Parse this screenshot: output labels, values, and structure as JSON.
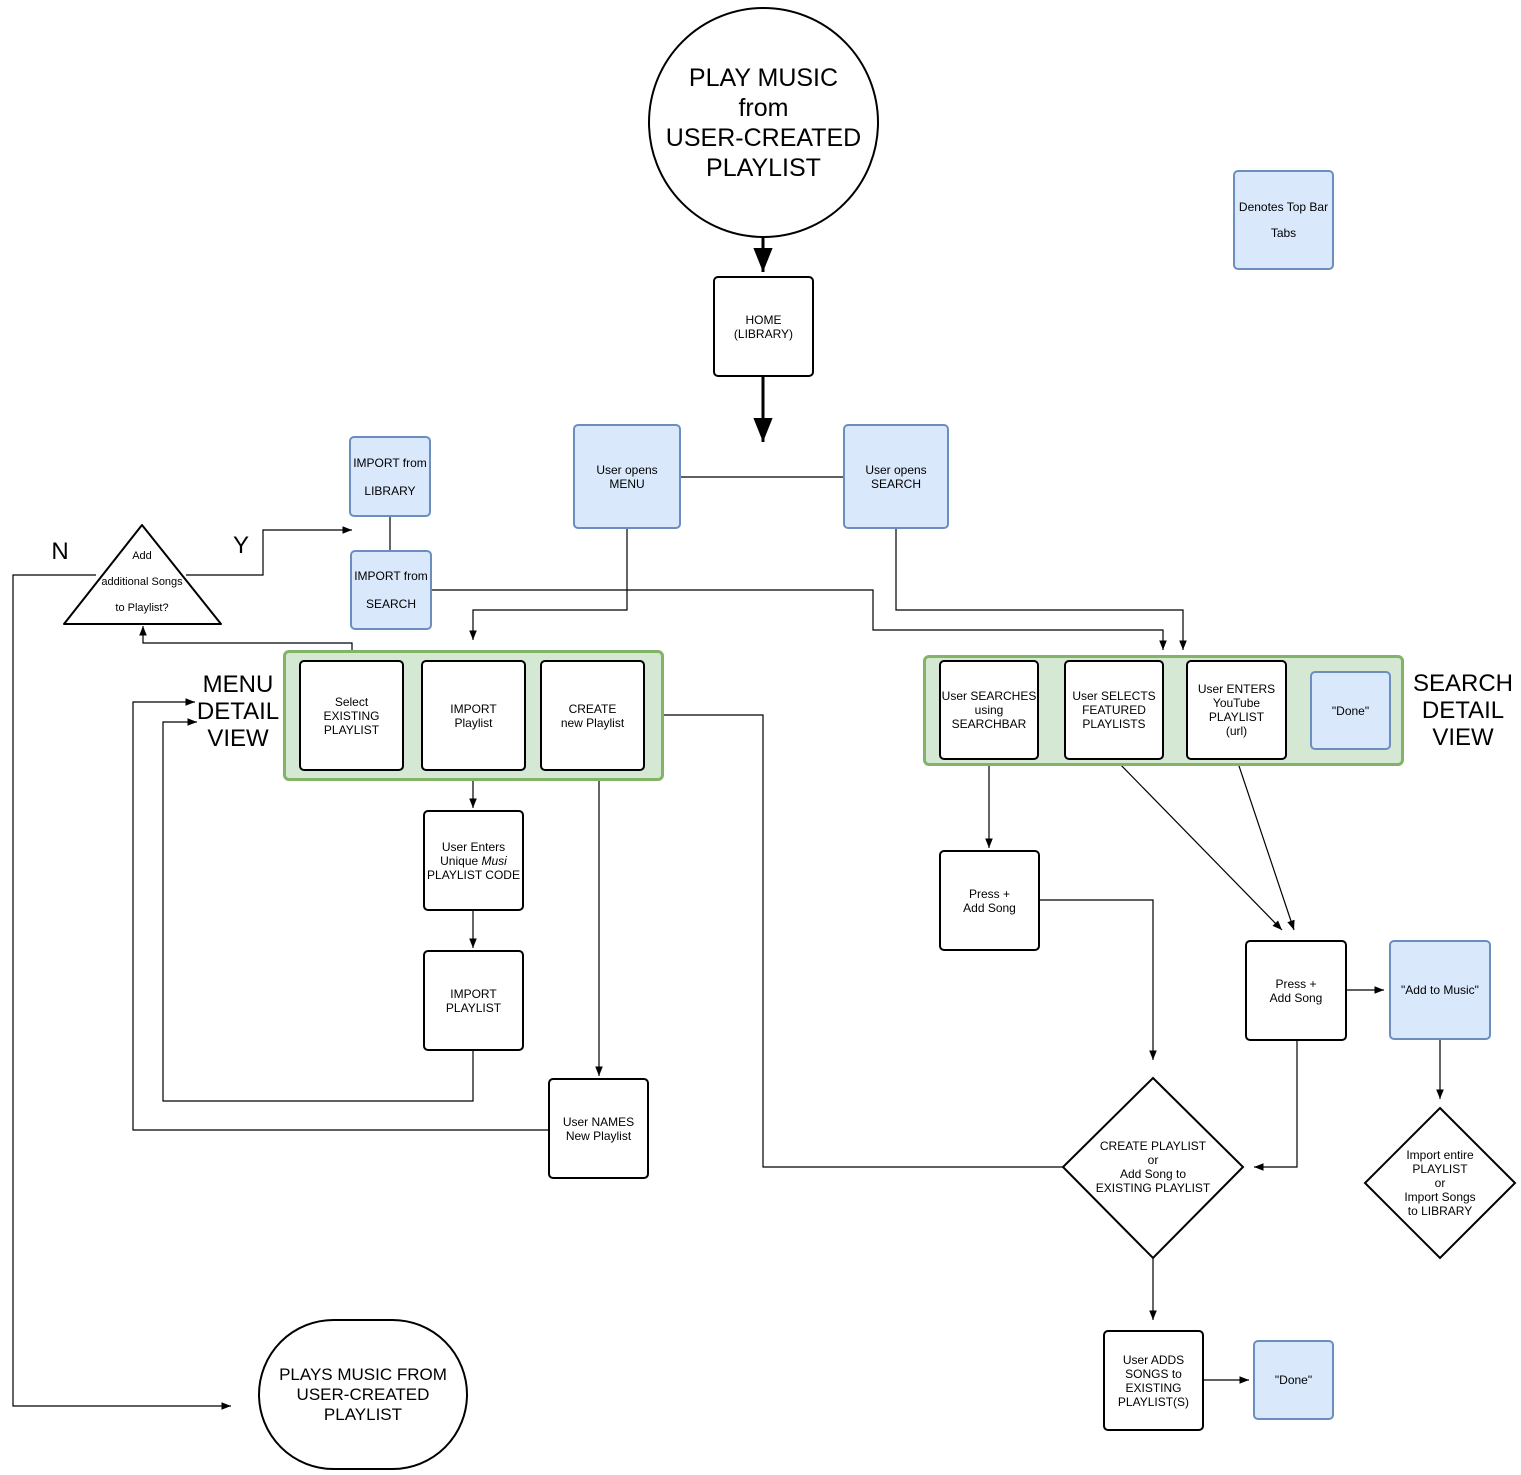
{
  "start": "PLAY MUSIC\nfrom\nUSER-CREATED\nPLAYLIST",
  "legend": "Denotes Top Bar\n\nTabs",
  "home": "HOME\n(LIBRARY)",
  "open_menu": "User opens\nMENU",
  "open_search": "User opens\nSEARCH",
  "import_library": "IMPORT from\n\nLIBRARY",
  "import_search": "IMPORT from\n\nSEARCH",
  "decision_add": "Add\n\nadditional Songs\n\nto Playlist?",
  "yes": "Y",
  "no": "N",
  "menu_detail_label": "MENU\nDETAIL\nVIEW",
  "search_detail_label": "SEARCH\nDETAIL\nVIEW",
  "menu_tabs": {
    "select_existing": "Select\nEXISTING\nPLAYLIST",
    "import_playlist": "IMPORT\nPlaylist",
    "create_playlist": "CREATE\nnew Playlist"
  },
  "search_tabs": {
    "searchbar": "User SEARCHES\nusing\nSEARCHBAR",
    "featured": "User SELECTS\nFEATURED\nPLAYLISTS",
    "youtube": "User ENTERS\nYouTube\nPLAYLIST\n(url)",
    "done": "\"Done\""
  },
  "enter_code": {
    "line1": "User Enters",
    "line2_pre": "Unique ",
    "line2_em": "Musi",
    "line3": "PLAYLIST CODE"
  },
  "import_playlist_box": "IMPORT\nPLAYLIST",
  "names_playlist": "User NAMES\nNew Playlist",
  "press_add_left": "Press +\nAdd Song",
  "press_add_right": "Press +\nAdd Song",
  "add_to_music": "\"Add to Music\"",
  "import_decision": "Import entire\nPLAYLIST\nor\nImport Songs\nto LIBRARY",
  "create_decision": "CREATE PLAYLIST\nor\nAdd Song to\nEXISTING PLAYLIST",
  "adds_songs": "User ADDS\nSONGS to\nEXISTING\nPLAYLIST(S)",
  "done_bottom": "\"Done\"",
  "end": "PLAYS MUSIC FROM\nUSER-CREATED\nPLAYLIST"
}
